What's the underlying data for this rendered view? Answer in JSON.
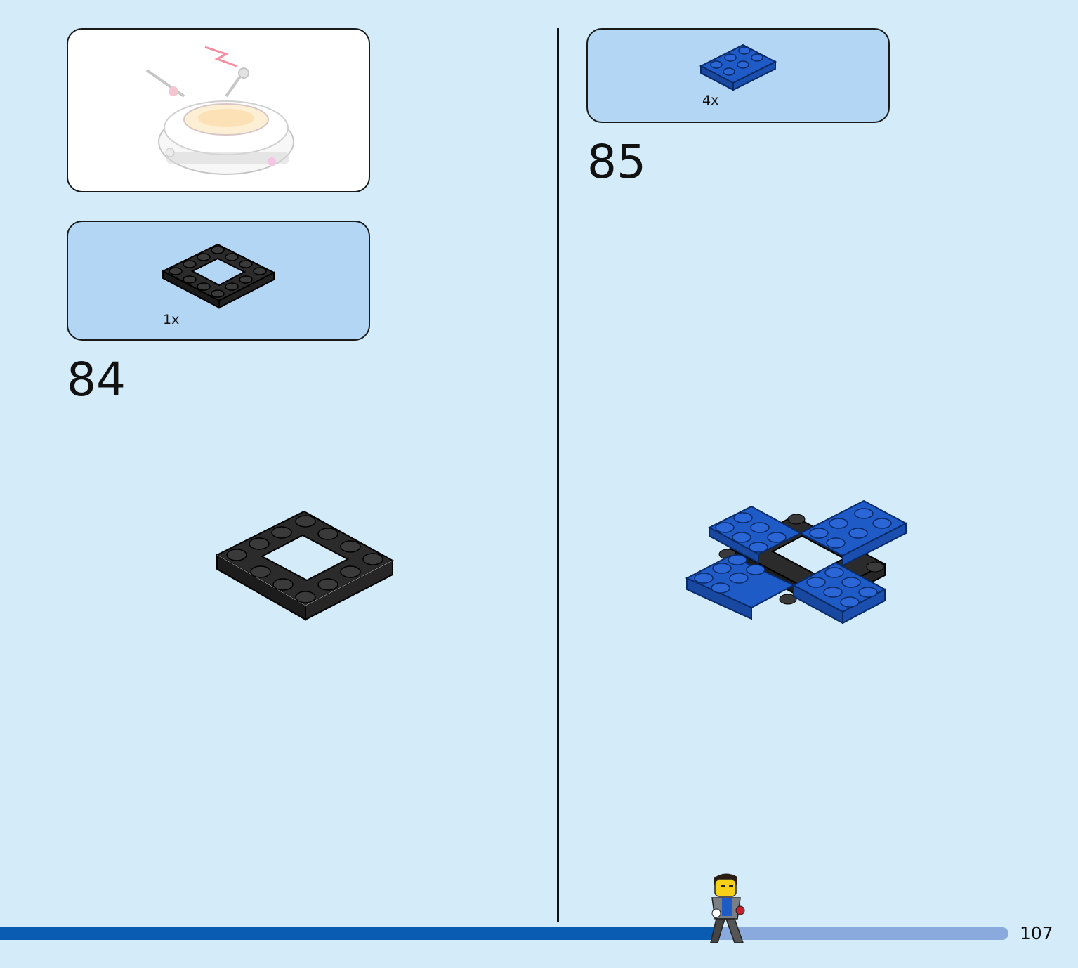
{
  "colors": {
    "page_background": "#d4ebfa",
    "parts_box": "#b3d6f4",
    "progress_fill": "#0a5cb3",
    "progress_track": "#8aa9dc",
    "black_brick": "#2b2b2b",
    "blue_brick": "#1f5bc6"
  },
  "left_step": {
    "parts": {
      "quantity": "1x",
      "part_icon": "black-4x4-open-plate-icon"
    },
    "step_number": "84",
    "preview_icon": "finished-model-preview-icon"
  },
  "right_step": {
    "parts": {
      "quantity": "4x",
      "part_icon": "blue-2x3-plate-icon"
    },
    "step_number": "85"
  },
  "footer": {
    "page_number": "107",
    "progress_fraction": 0.71,
    "mascot_icon": "walking-minifigure-icon"
  }
}
